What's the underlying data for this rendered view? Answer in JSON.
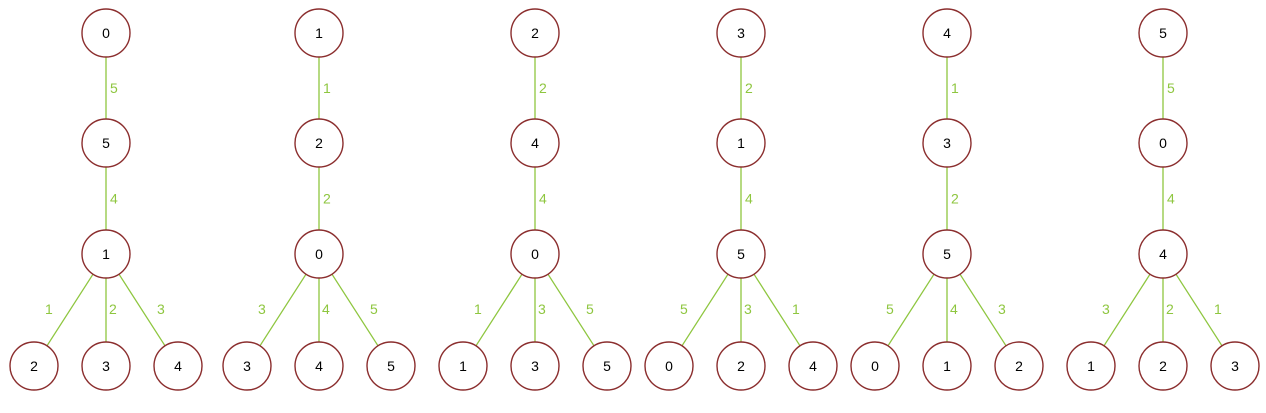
{
  "colors": {
    "edge": "#8ec63f",
    "node_stroke": "#8b2e2e",
    "node_fill": "#ffffff",
    "node_text": "#000000"
  },
  "trees": [
    {
      "root": "0",
      "mid": "5",
      "hub": "1",
      "w_root_mid": "5",
      "w_mid_hub": "4",
      "leaves": [
        {
          "label": "2",
          "w": "1"
        },
        {
          "label": "3",
          "w": "2"
        },
        {
          "label": "4",
          "w": "3"
        }
      ]
    },
    {
      "root": "1",
      "mid": "2",
      "hub": "0",
      "w_root_mid": "1",
      "w_mid_hub": "2",
      "leaves": [
        {
          "label": "3",
          "w": "3"
        },
        {
          "label": "4",
          "w": "4"
        },
        {
          "label": "5",
          "w": "5"
        }
      ]
    },
    {
      "root": "2",
      "mid": "4",
      "hub": "0",
      "w_root_mid": "2",
      "w_mid_hub": "4",
      "leaves": [
        {
          "label": "1",
          "w": "1"
        },
        {
          "label": "3",
          "w": "3"
        },
        {
          "label": "5",
          "w": "5"
        }
      ]
    },
    {
      "root": "3",
      "mid": "1",
      "hub": "5",
      "w_root_mid": "2",
      "w_mid_hub": "4",
      "leaves": [
        {
          "label": "0",
          "w": "5"
        },
        {
          "label": "2",
          "w": "3"
        },
        {
          "label": "4",
          "w": "1"
        }
      ]
    },
    {
      "root": "4",
      "mid": "3",
      "hub": "5",
      "w_root_mid": "1",
      "w_mid_hub": "2",
      "leaves": [
        {
          "label": "0",
          "w": "5"
        },
        {
          "label": "1",
          "w": "4"
        },
        {
          "label": "2",
          "w": "3"
        }
      ]
    },
    {
      "root": "5",
      "mid": "0",
      "hub": "4",
      "w_root_mid": "5",
      "w_mid_hub": "4",
      "leaves": [
        {
          "label": "1",
          "w": "3"
        },
        {
          "label": "2",
          "w": "2"
        },
        {
          "label": "3",
          "w": "1"
        }
      ]
    }
  ]
}
